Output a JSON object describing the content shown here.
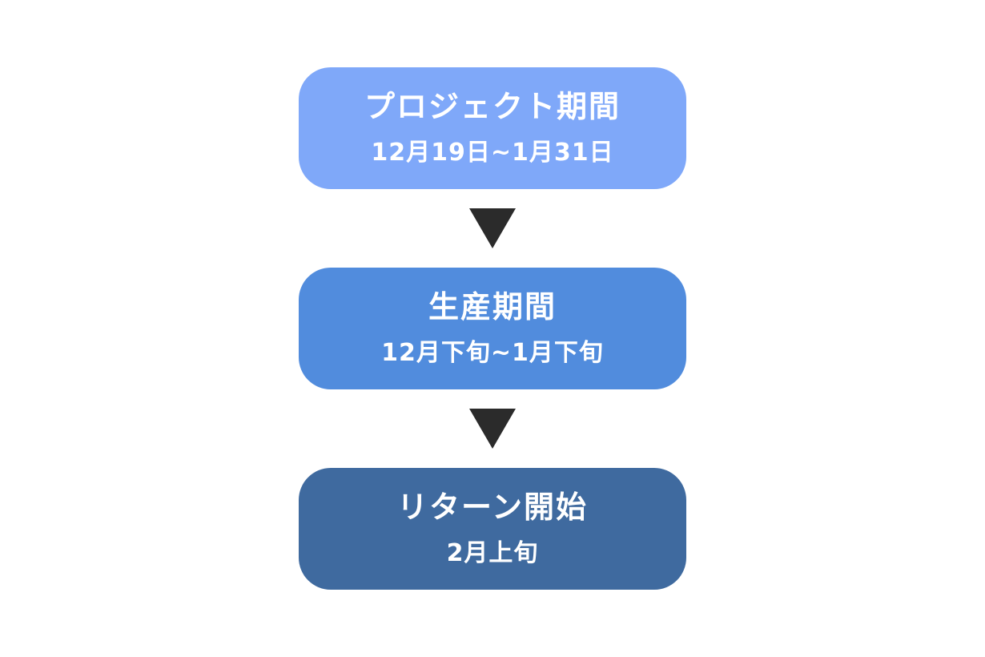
{
  "page": {
    "background": "#ffffff",
    "text_color": "#ffffff"
  },
  "diagram": {
    "arrow": {
      "icon": "down-triangle",
      "color": "#2b2b2b"
    },
    "steps": [
      {
        "title": "プロジェクト期間",
        "subtitle": "12月19日~1月31日",
        "color": "#7fa8f9"
      },
      {
        "title": "生産期間",
        "subtitle": "12月下旬~1月下旬",
        "color": "#518cdd"
      },
      {
        "title": "リターン開始",
        "subtitle": "2月上旬",
        "color": "#3f6a9f"
      }
    ]
  }
}
